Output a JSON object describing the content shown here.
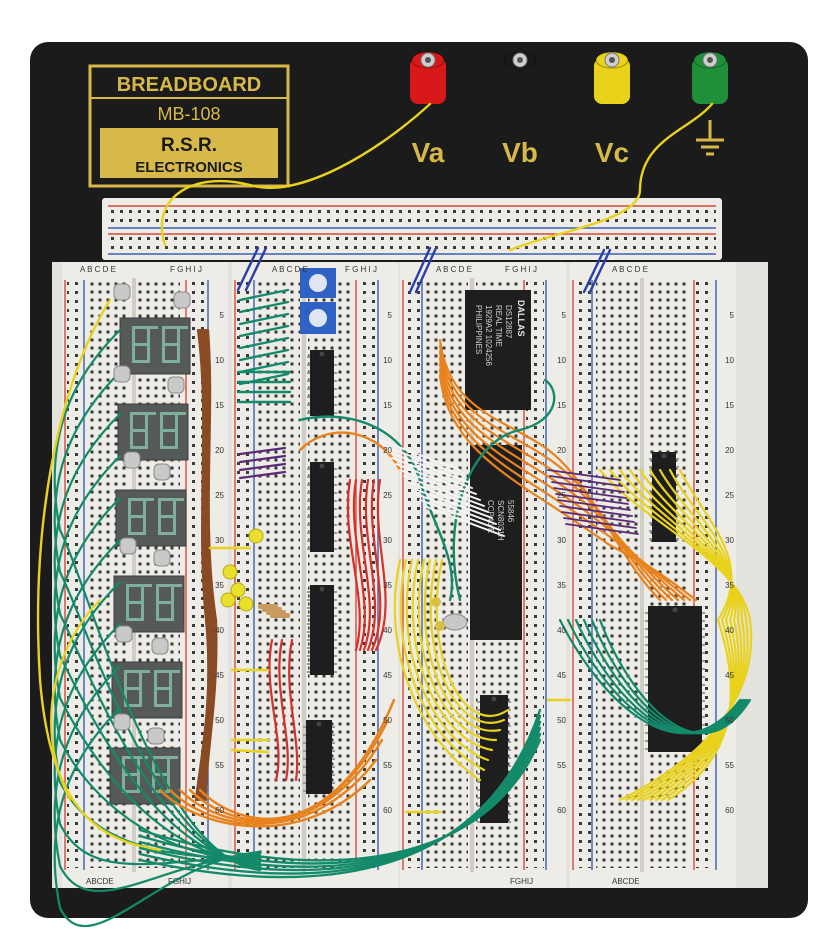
{
  "board": {
    "title": "BREADBOARD",
    "model": "MB-108",
    "brand_line1": "R.S.R.",
    "brand_line2": "ELECTRONICS"
  },
  "terminals": [
    {
      "label": "Va",
      "color": "#d81818"
    },
    {
      "label": "Vb",
      "color": "#1a1a1a"
    },
    {
      "label": "Vc",
      "color": "#e8d21a"
    },
    {
      "label": "",
      "icon": "ground-symbol-icon",
      "color": "#1f8f3a"
    }
  ],
  "column_letters": {
    "left": "A B C D E",
    "right": "F G H I J",
    "left_short": "ABCDE",
    "right_short": "FGHIJ"
  },
  "row_numbers": [
    "5",
    "10",
    "15",
    "20",
    "25",
    "30",
    "35",
    "40",
    "45",
    "50",
    "55",
    "60"
  ],
  "chips": {
    "rtc": {
      "brand": "DALLAS",
      "lines": [
        "DS12887",
        "REAL TIME",
        "1929A2 1024256",
        "PHILIPPINES"
      ]
    },
    "mcu": {
      "lines": [
        "55846",
        "SCN8031H",
        "CCP40 E"
      ]
    }
  },
  "seven_segment_digits": 6,
  "colors": {
    "board_frame": "#1b1b1b",
    "label_gold": "#d7b94a",
    "breadboard": "#eeece6",
    "rail_red": "#d64a3a",
    "rail_blue": "#3a5fb0",
    "wire_yellow": "#e8d21c",
    "wire_orange": "#e8821c",
    "wire_green": "#138a6a",
    "wire_brown": "#8a4a24",
    "wire_red": "#d8302a",
    "wire_blue": "#2b3fa8",
    "wire_purple": "#5a2a78",
    "chip_black": "#1e1e1e",
    "display_grey": "#555a58"
  }
}
